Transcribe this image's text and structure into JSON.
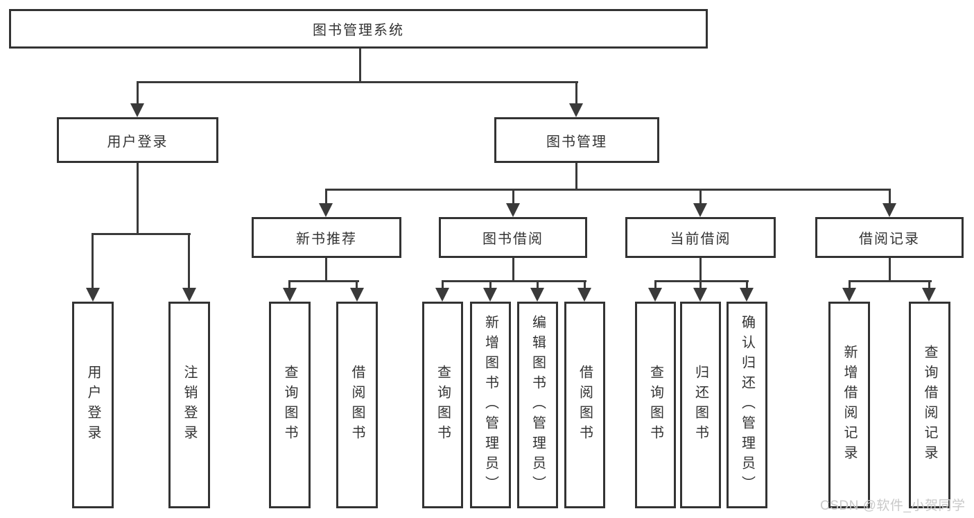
{
  "tree": {
    "label": "图书管理系统",
    "children": [
      {
        "label": "用户登录",
        "children": [
          {
            "label": "用户登录"
          },
          {
            "label": "注销登录"
          }
        ]
      },
      {
        "label": "图书管理",
        "children": [
          {
            "label": "新书推荐",
            "children": [
              {
                "label": "查询图书"
              },
              {
                "label": "借阅图书"
              }
            ]
          },
          {
            "label": "图书借阅",
            "children": [
              {
                "label": "查询图书"
              },
              {
                "label": "新增图书（管理员）"
              },
              {
                "label": "编辑图书（管理员）"
              },
              {
                "label": "借阅图书"
              }
            ]
          },
          {
            "label": "当前借阅",
            "children": [
              {
                "label": "查询图书"
              },
              {
                "label": "归还图书"
              },
              {
                "label": "确认归还（管理员）"
              }
            ]
          },
          {
            "label": "借阅记录",
            "children": [
              {
                "label": "新增借阅记录"
              },
              {
                "label": "查询借阅记录"
              }
            ]
          }
        ]
      }
    ]
  },
  "watermark": "CSDN @软件_小贺同学",
  "colors": {
    "line": "#3a3a3a",
    "text": "#333333",
    "watermark": "#c9c9c9",
    "background": "#ffffff"
  }
}
